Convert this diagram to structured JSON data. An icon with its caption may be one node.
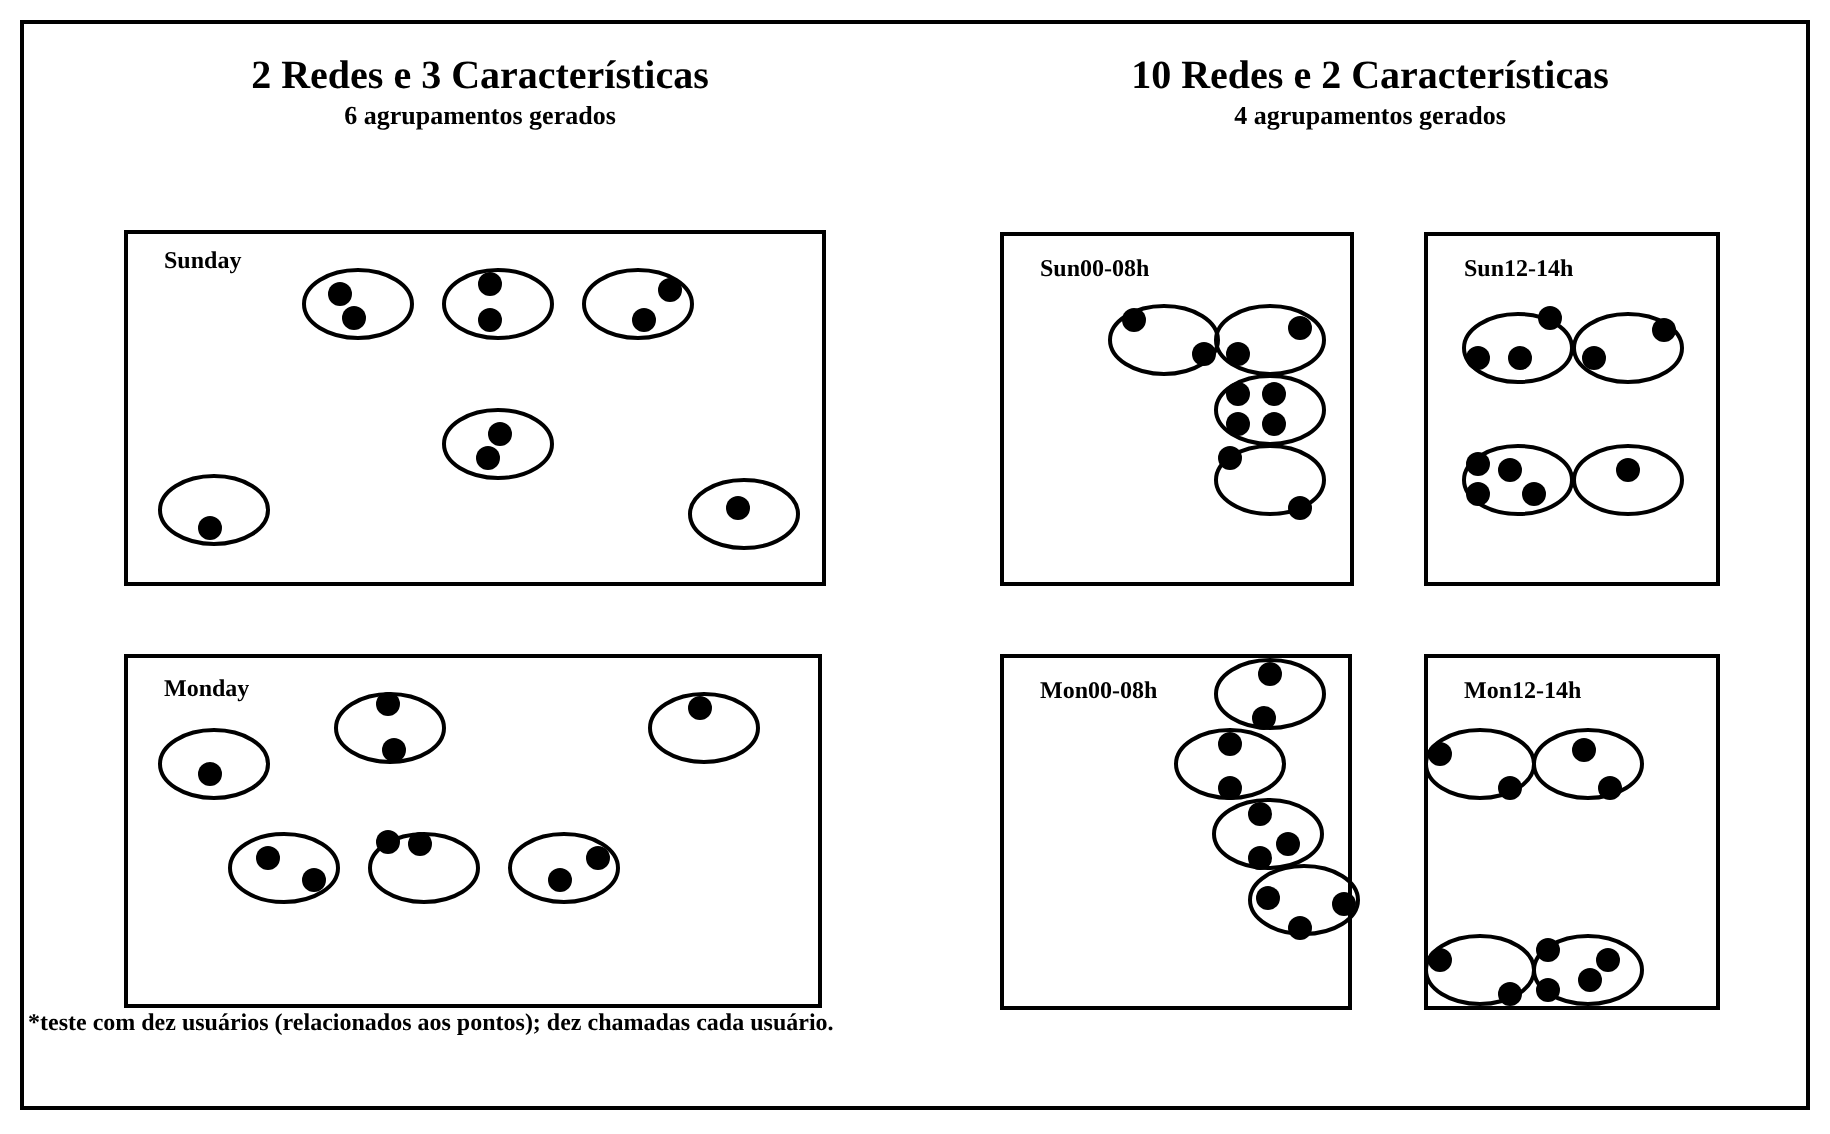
{
  "diagram": {
    "nodes": [
      {
        "text": [
          "Sunday"
        ]
      },
      {
        "text": [
          "Monday"
        ]
      },
      {
        "text": [
          "Sun00-08h"
        ]
      },
      {
        "text": [
          "Sun12-14h"
        ]
      },
      {
        "text": [
          "Mon00-08h"
        ]
      },
      {
        "text": [
          "Mon12-14h"
        ]
      }
    ],
    "labels": [
      "2 Redes e 3 Características",
      "6 agrupamentos gerados",
      "10 Redes e 2 Características",
      "4 agrupamentos gerados",
      "*teste com dez usuários (relacionados aos pontos); dez chamadas cada usuário."
    ]
  }
}
